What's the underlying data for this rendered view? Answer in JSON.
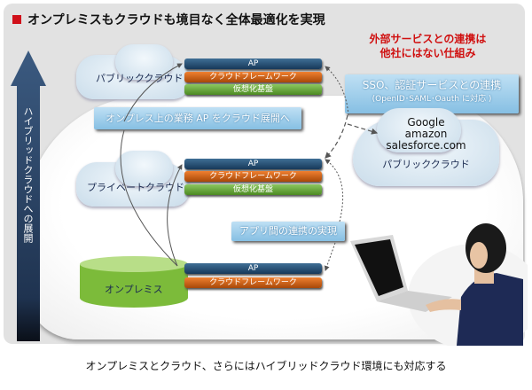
{
  "title": "オンプレミスもクラウドも境目なく全体最適化を実現",
  "vertical_arrow_label": "ハイブリッドクラウドへの展開",
  "highlight": {
    "line1": "外部サービスとの連携は",
    "line2": "他社にはない仕組み"
  },
  "public_cloud_label": "パブリッククラウド",
  "private_cloud_label": "プライベートクラウド",
  "onpremise_label": "オンプレミス",
  "layers": {
    "ap": "AP",
    "framework": "クラウドフレームワーク",
    "virtualization": "仮想化基盤"
  },
  "sso_box": {
    "line1": "SSO、認証サービスとの連携",
    "line2": "(OpenID･SAML･Oauth に対応 )"
  },
  "deploy_box": "オンプレス上の業務 AP をクラウド展開へ",
  "integration_box": "アプリ間の連携の実現",
  "external_cloud": {
    "services": [
      "Google",
      "amazon",
      "salesforce.com"
    ],
    "label": "パブリッククラウド"
  },
  "caption": "オンプレミスとクラウド、さらにはハイブリッドクラウド環境にも対応する",
  "colors": {
    "accent_red": "#d0101a",
    "ap": "#17395a",
    "framework": "#d0600c",
    "virtualization": "#5e9a30",
    "box": "#9ccbe8",
    "arrow": "#1f3350"
  }
}
